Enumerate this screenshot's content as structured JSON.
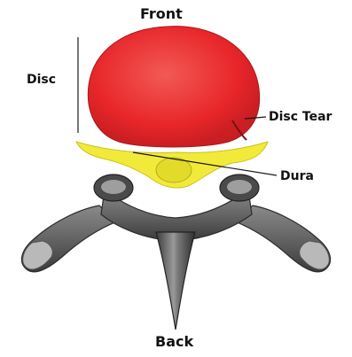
{
  "labels": {
    "front": "Front",
    "disc": "Disc",
    "disc_tear": "Disc Tear",
    "dura": "Dura",
    "back": "Back"
  },
  "colors": {
    "disc": "#e8262a",
    "disc_highlight": "#f25a55",
    "dura": "#f2ea3a",
    "dura_dark": "#c9c21a",
    "bone": "#6b6b6b",
    "bone_light": "#b9b9b9",
    "bone_dark": "#2b2b2b",
    "line": "#1a1a1a"
  }
}
